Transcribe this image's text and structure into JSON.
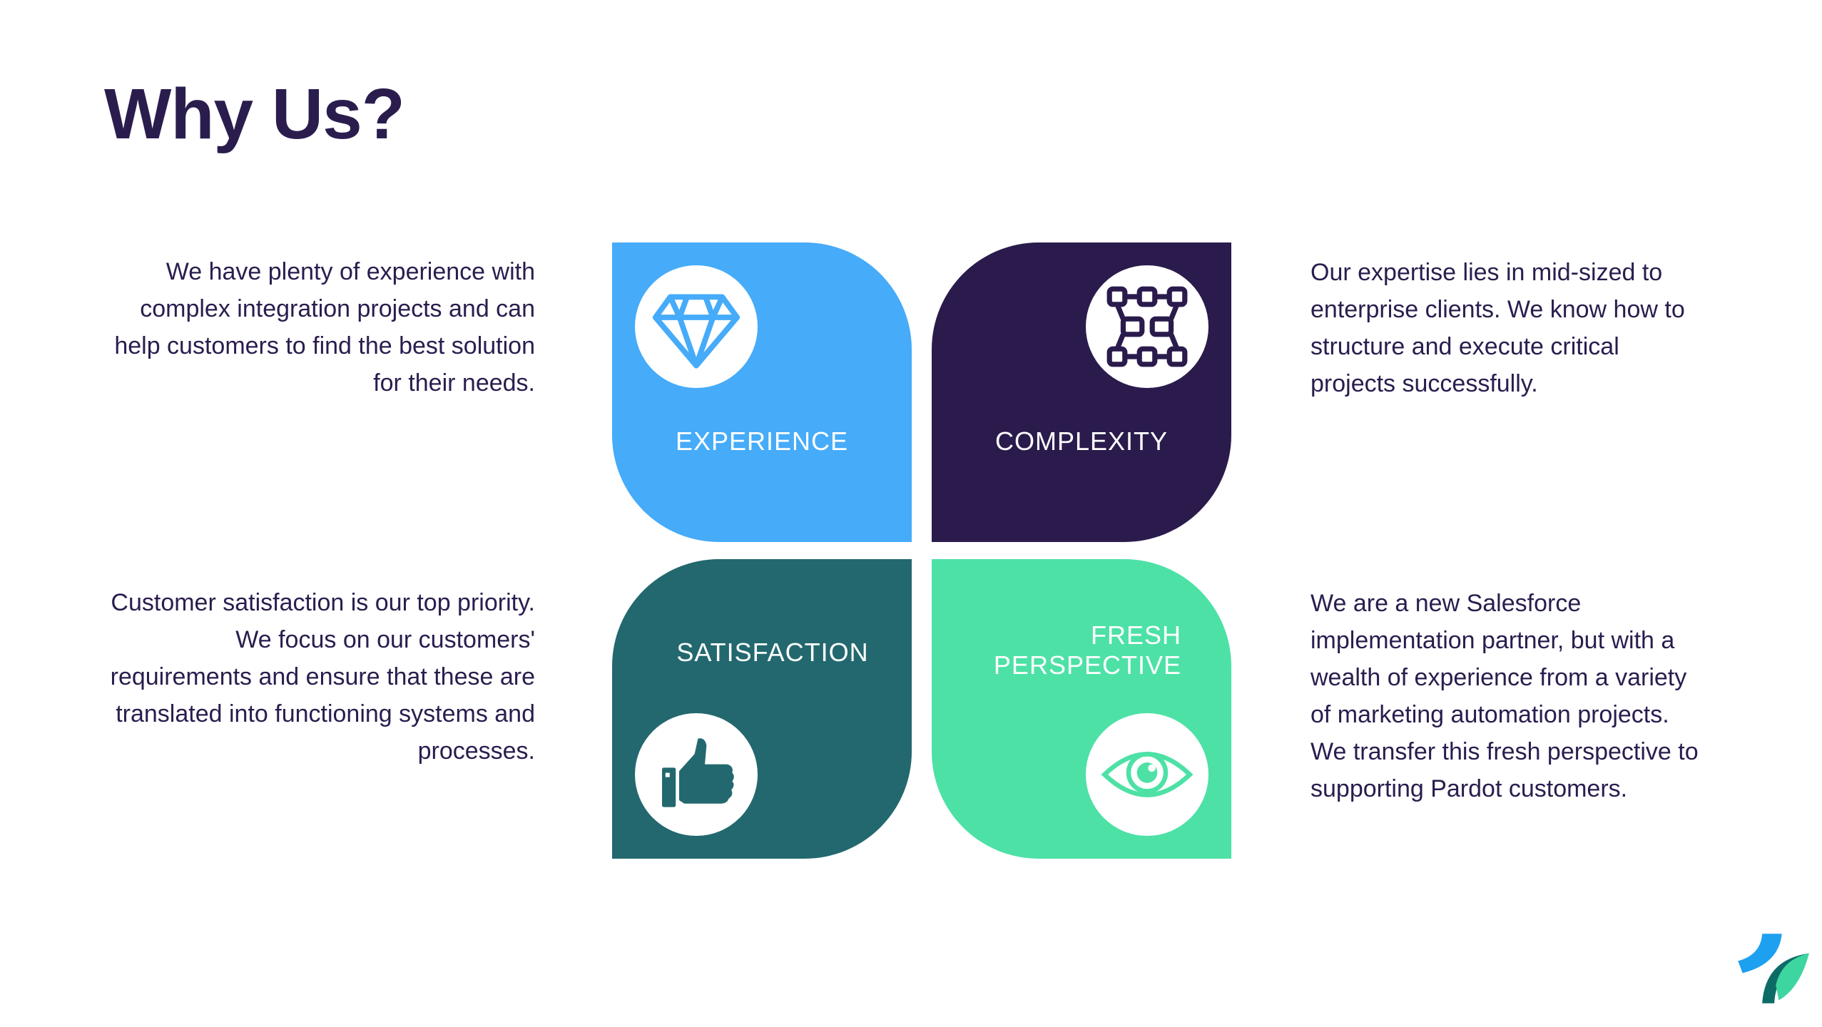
{
  "title": "Why Us?",
  "tiles": {
    "experience": {
      "label": "EXPERIENCE",
      "icon": "diamond-icon",
      "color": "#46abf9",
      "description": "We have plenty of experience with complex integration projects and can help customers to find the best solution for their needs."
    },
    "complexity": {
      "label": "COMPLEXITY",
      "icon": "network-icon",
      "color": "#2a1b4c",
      "description": "Our expertise lies in mid-sized to enterprise clients. We know how to structure and execute critical projects successfully."
    },
    "satisfaction": {
      "label": "SATISFACTION",
      "icon": "thumbs-up-icon",
      "color": "#23686f",
      "description": "Customer satisfaction is our top priority. We focus on our customers' requirements and ensure that these are translated into functioning systems and processes."
    },
    "fresh": {
      "label": "FRESH\nPERSPECTIVE",
      "icon": "eye-icon",
      "color": "#4de1a6",
      "description": "We are a new Salesforce implementation partner, but with a wealth of experience from a variety of marketing automation projects. We transfer this fresh perspective to supporting Pardot customers."
    }
  },
  "colors": {
    "text": "#2a1d4e",
    "logo_blue": "#1ea0f0",
    "logo_green": "#3ed6a0",
    "logo_dark": "#0d6b66"
  }
}
